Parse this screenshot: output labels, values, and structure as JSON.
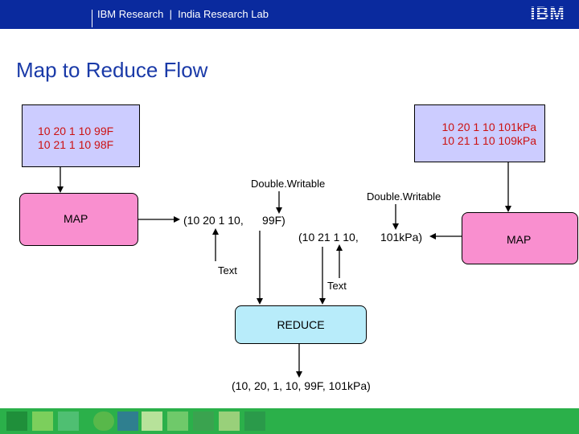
{
  "header": {
    "text": "IBM Research  |  India Research Lab",
    "logo": "IBM"
  },
  "slide": {
    "title": "Map to Reduce Flow"
  },
  "diagram": {
    "left_input": [
      "10 20 1 10 99F",
      "10 21 1 10 98F"
    ],
    "right_input": [
      "10 20 1 10 101kPa",
      "10 21 1 10 109kPa"
    ],
    "left_map": "MAP",
    "right_map": "MAP",
    "left_pair": "(10 20 1 10,      99F)",
    "right_pair": "(10 21 1 10,       101kPa)",
    "double_writable_left": "Double.Writable",
    "double_writable_right": "Double.Writable",
    "text_left": "Text",
    "text_right": "Text",
    "reduce": "REDUCE",
    "output": "(10, 20, 1, 10, 99F, 101kPa)"
  },
  "colors": {
    "header_bar": "#0a2a9e",
    "title": "#1a3aa8",
    "input_box": "#ccccff",
    "input_text": "#cc1111",
    "map_box": "#f98fcf",
    "reduce_box": "#b8ecfa",
    "footer": "#2bb04a"
  }
}
